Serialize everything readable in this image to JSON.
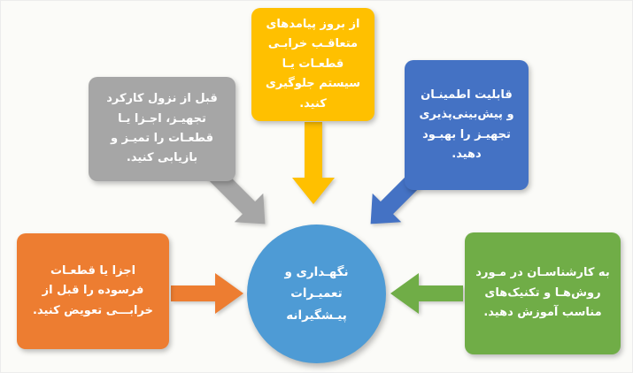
{
  "diagram": {
    "title": "preventive-maintenance-diagram",
    "background": "#FBFBF8",
    "center": {
      "text": "نگهـداری و تعمیـرات پیـشگیرانه",
      "color": "#4E9BD5"
    },
    "boxes": [
      {
        "name": "prevent-failure-consequences",
        "text": "از بروز پیامدهای متعاقـب خرابـی قطعـات یـا سیستم جلوگیری کنید.",
        "color": "#FFC000",
        "arrow_direction": "down"
      },
      {
        "name": "clean-restore-parts",
        "text": "قبل از نزول کارکرد تجهیـز، اجـزا یـا قطعـات را تمیـز و بازیابی کنید.",
        "color": "#A6A6A6",
        "arrow_direction": "down-right"
      },
      {
        "name": "improve-reliability",
        "text": "قابلیت اطمینـان و پیش‌بینی‌پذیری تجهیـز را بهبـود دهید.",
        "color": "#4472C4",
        "arrow_direction": "down-left"
      },
      {
        "name": "replace-worn-parts",
        "text": "اجزا یا قطعـات فرسوده را قبل از خرابـــی تعویض کنید.",
        "color": "#ED7D31",
        "arrow_direction": "right"
      },
      {
        "name": "train-experts",
        "text": "به کارشناسـان در مـورد روش‌هـا و تکنیک‌های مناسب آموزش دهید.",
        "color": "#70AD47",
        "arrow_direction": "left"
      }
    ]
  }
}
